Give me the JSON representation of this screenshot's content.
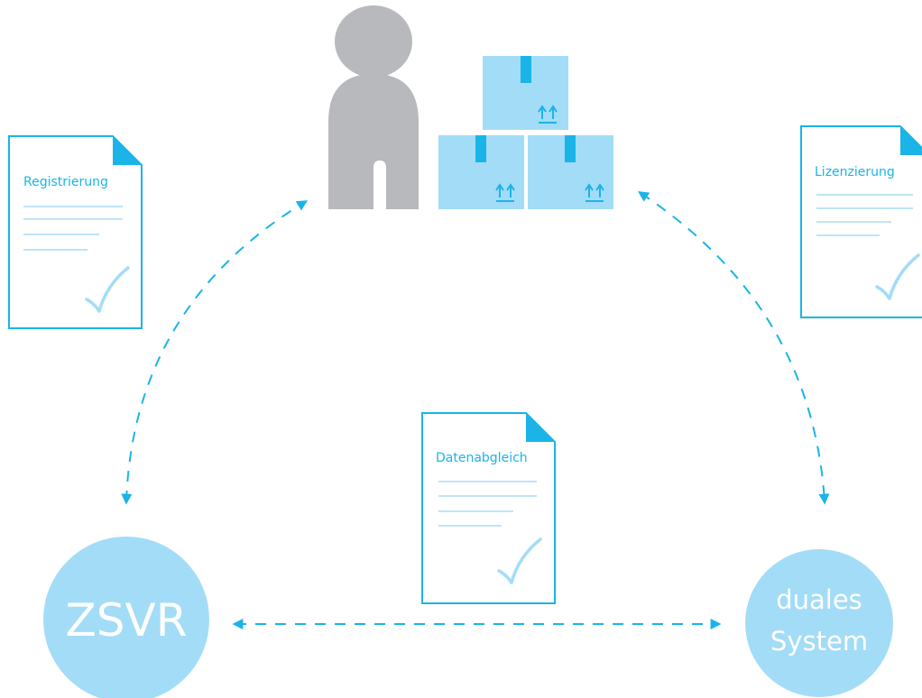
{
  "colors": {
    "accent": "#1ab4e8",
    "light_blue": "#a3dcf7",
    "line_blue": "#a8dcf4",
    "person_gray": "#b8b9bc",
    "white": "#ffffff"
  },
  "icons": {
    "person": "person-icon",
    "box": "package-box-icon",
    "this_side_up": "this-side-up-arrows-icon",
    "document": "document-icon",
    "check": "checkmark-icon",
    "arrow": "dashed-double-arrow"
  },
  "documents": {
    "registration": {
      "title": "Registrierung"
    },
    "licensing": {
      "title": "Lizenzierung"
    },
    "data_sync": {
      "title": "Datenabgleich"
    }
  },
  "nodes": {
    "zsvr": {
      "label": "ZSVR"
    },
    "dual_system": {
      "line1": "duales",
      "line2": "System"
    }
  }
}
